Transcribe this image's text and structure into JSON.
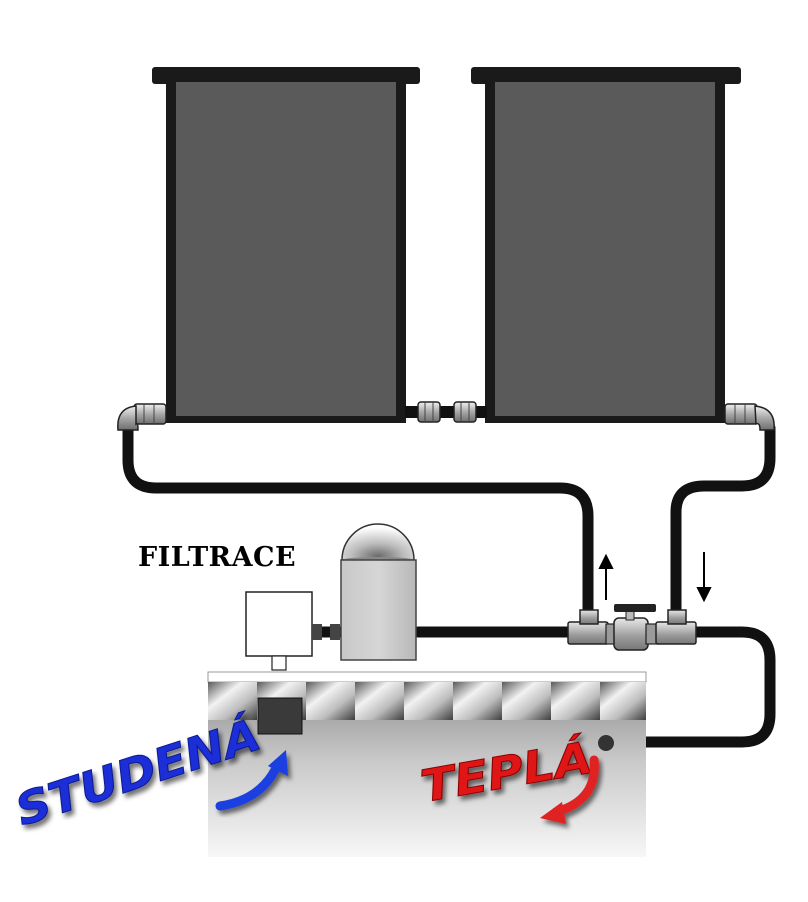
{
  "labels": {
    "filtration": "FILTRACE",
    "cold": "STUDENÁ",
    "warm": "TEPLÁ"
  },
  "colors": {
    "panel_frame": "#1a1a1a",
    "panel_surface": "#5a5a5a",
    "pipe": "#111111",
    "cold_text": "#1e2fd8",
    "warm_text": "#e01818",
    "cold_arrow": "#1e3fe0",
    "warm_arrow": "#e02020",
    "pool_wall_top": "#9a9a9a",
    "pool_wall_bottom": "#f4f4f4"
  },
  "icons": {
    "flow_up": "arrow-up-icon",
    "flow_down": "arrow-down-icon"
  }
}
